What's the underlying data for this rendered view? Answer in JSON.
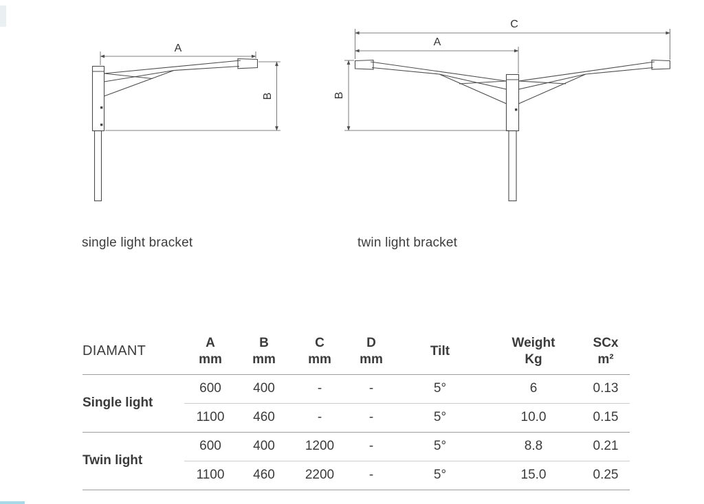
{
  "figures": {
    "single": {
      "caption": "single light bracket",
      "labels": {
        "a": "A",
        "b": "B"
      }
    },
    "twin": {
      "caption": "twin light bracket",
      "labels": {
        "a": "A",
        "b": "B",
        "c": "C"
      }
    }
  },
  "table": {
    "product": "DIAMANT",
    "columns": [
      {
        "l1": "A",
        "l2": "mm"
      },
      {
        "l1": "B",
        "l2": "mm"
      },
      {
        "l1": "C",
        "l2": "mm"
      },
      {
        "l1": "D",
        "l2": "mm"
      },
      {
        "l1": "Tilt",
        "l2": ""
      },
      {
        "l1": "Weight",
        "l2": "Kg"
      },
      {
        "l1": "SCx",
        "l2": "m²"
      }
    ],
    "groups": [
      {
        "label": "Single light",
        "rows": [
          [
            "600",
            "400",
            "-",
            "-",
            "5°",
            "6",
            "0.13"
          ],
          [
            "1100",
            "460",
            "-",
            "-",
            "5°",
            "10.0",
            "0.15"
          ]
        ]
      },
      {
        "label": "Twin light",
        "rows": [
          [
            "600",
            "400",
            "1200",
            "-",
            "5°",
            "8.8",
            "0.21"
          ],
          [
            "1100",
            "460",
            "2200",
            "-",
            "5°",
            "15.0",
            "0.25"
          ]
        ]
      }
    ]
  },
  "colors": {
    "text": "#3c3c3c",
    "table_line_strong": "#9c9c9c",
    "table_line_light": "#cdcdcd",
    "drawing_stroke": "#4a4a4a",
    "dimension_stroke": "#585858",
    "bottom_accent": "#a9d8e8"
  }
}
